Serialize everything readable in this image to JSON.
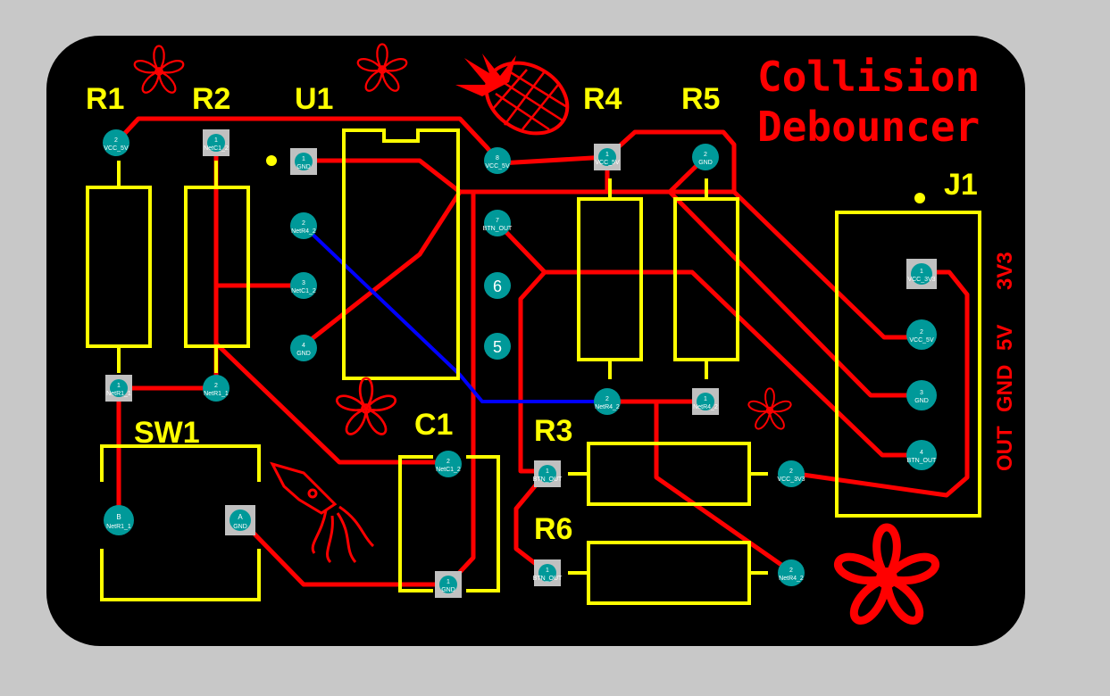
{
  "board": {
    "title_line1": "Collision",
    "title_line2": "Debouncer"
  },
  "components": {
    "r1": "R1",
    "r2": "R2",
    "u1": "U1",
    "r4": "R4",
    "r5": "R5",
    "j1": "J1",
    "sw1": "SW1",
    "c1": "C1",
    "r3": "R3",
    "r6": "R6"
  },
  "connector_labels": {
    "vcc_3v3": "3V3",
    "vcc_5v": "5V",
    "gnd": "GND",
    "out": "OUT"
  },
  "pads": {
    "r1_2": {
      "num": "2",
      "net": "VCC_5V"
    },
    "r2_1": {
      "num": "1",
      "net": "NetC1_2"
    },
    "u1_1": {
      "num": "1",
      "net": "GND"
    },
    "u1_2": {
      "num": "2",
      "net": "NetR4_2"
    },
    "u1_3": {
      "num": "3",
      "net": "NetC1_2"
    },
    "u1_4": {
      "num": "4",
      "net": "GND"
    },
    "u1_8": {
      "num": "8",
      "net": "VCC_5V"
    },
    "u1_7": {
      "num": "7",
      "net": "BTN_OUT"
    },
    "u1_6": {
      "num": "6",
      "net": ""
    },
    "u1_5": {
      "num": "5",
      "net": ""
    },
    "r4_1": {
      "num": "1",
      "net": "VCC_5V"
    },
    "r5_2": {
      "num": "2",
      "net": "GND"
    },
    "r1_1": {
      "num": "1",
      "net": "NetR1_1"
    },
    "r2_2": {
      "num": "2",
      "net": "NetR1_1"
    },
    "r4_2": {
      "num": "2",
      "net": "NetR4_2"
    },
    "r5_1": {
      "num": "1",
      "net": "NetR4_2"
    },
    "j1_1": {
      "num": "1",
      "net": "VCC_3V3"
    },
    "j1_2": {
      "num": "2",
      "net": "VCC_5V"
    },
    "j1_3": {
      "num": "3",
      "net": "GND"
    },
    "j1_4": {
      "num": "4",
      "net": "BTN_OUT"
    },
    "c1_2": {
      "num": "2",
      "net": "NetC1_2"
    },
    "c1_1": {
      "num": "1",
      "net": "GND"
    },
    "sw1_b": {
      "num": "B",
      "net": "NetR1_1"
    },
    "sw1_a": {
      "num": "A",
      "net": "GND"
    },
    "r3_1": {
      "num": "1",
      "net": "BTN_OUT"
    },
    "r3_2": {
      "num": "2",
      "net": "VCC_3V3"
    },
    "r6_1": {
      "num": "1",
      "net": "BTN_OUT"
    },
    "r6_2": {
      "num": "2",
      "net": "NetR4_2"
    }
  },
  "colors": {
    "background": "#c8c8c8",
    "board": "#000000",
    "front_copper": "#ff0000",
    "back_copper": "#0000ff",
    "silkscreen": "#ffff00",
    "pad_round": "#009999",
    "pad_square": "#c0c0c0"
  },
  "graphics": [
    "flower-icon",
    "pineapple-icon",
    "squid-icon"
  ]
}
